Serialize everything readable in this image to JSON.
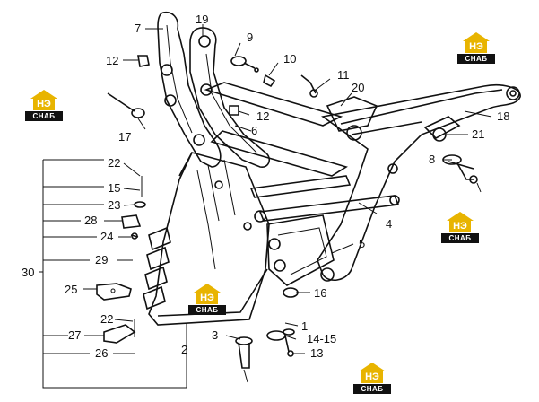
{
  "callouts": {
    "c1": "1",
    "c2": "2",
    "c3": "3",
    "c4": "4",
    "c5": "5",
    "c6": "6",
    "c7": "7",
    "c8": "8",
    "c9": "9",
    "c10": "10",
    "c11": "11",
    "c12a": "12",
    "c12b": "12",
    "c13": "13",
    "c14_15": "14-15",
    "c15": "15",
    "c16": "16",
    "c17": "17",
    "c18": "18",
    "c19": "19",
    "c20": "20",
    "c21": "21",
    "c22a": "22",
    "c22b": "22",
    "c23": "23",
    "c24": "24",
    "c25": "25",
    "c26": "26",
    "c27": "27",
    "c28": "28",
    "c29": "29",
    "c30": "30"
  },
  "watermark": {
    "mark": "НЭ",
    "band": "СНАБ",
    "color": "#e8b400"
  }
}
